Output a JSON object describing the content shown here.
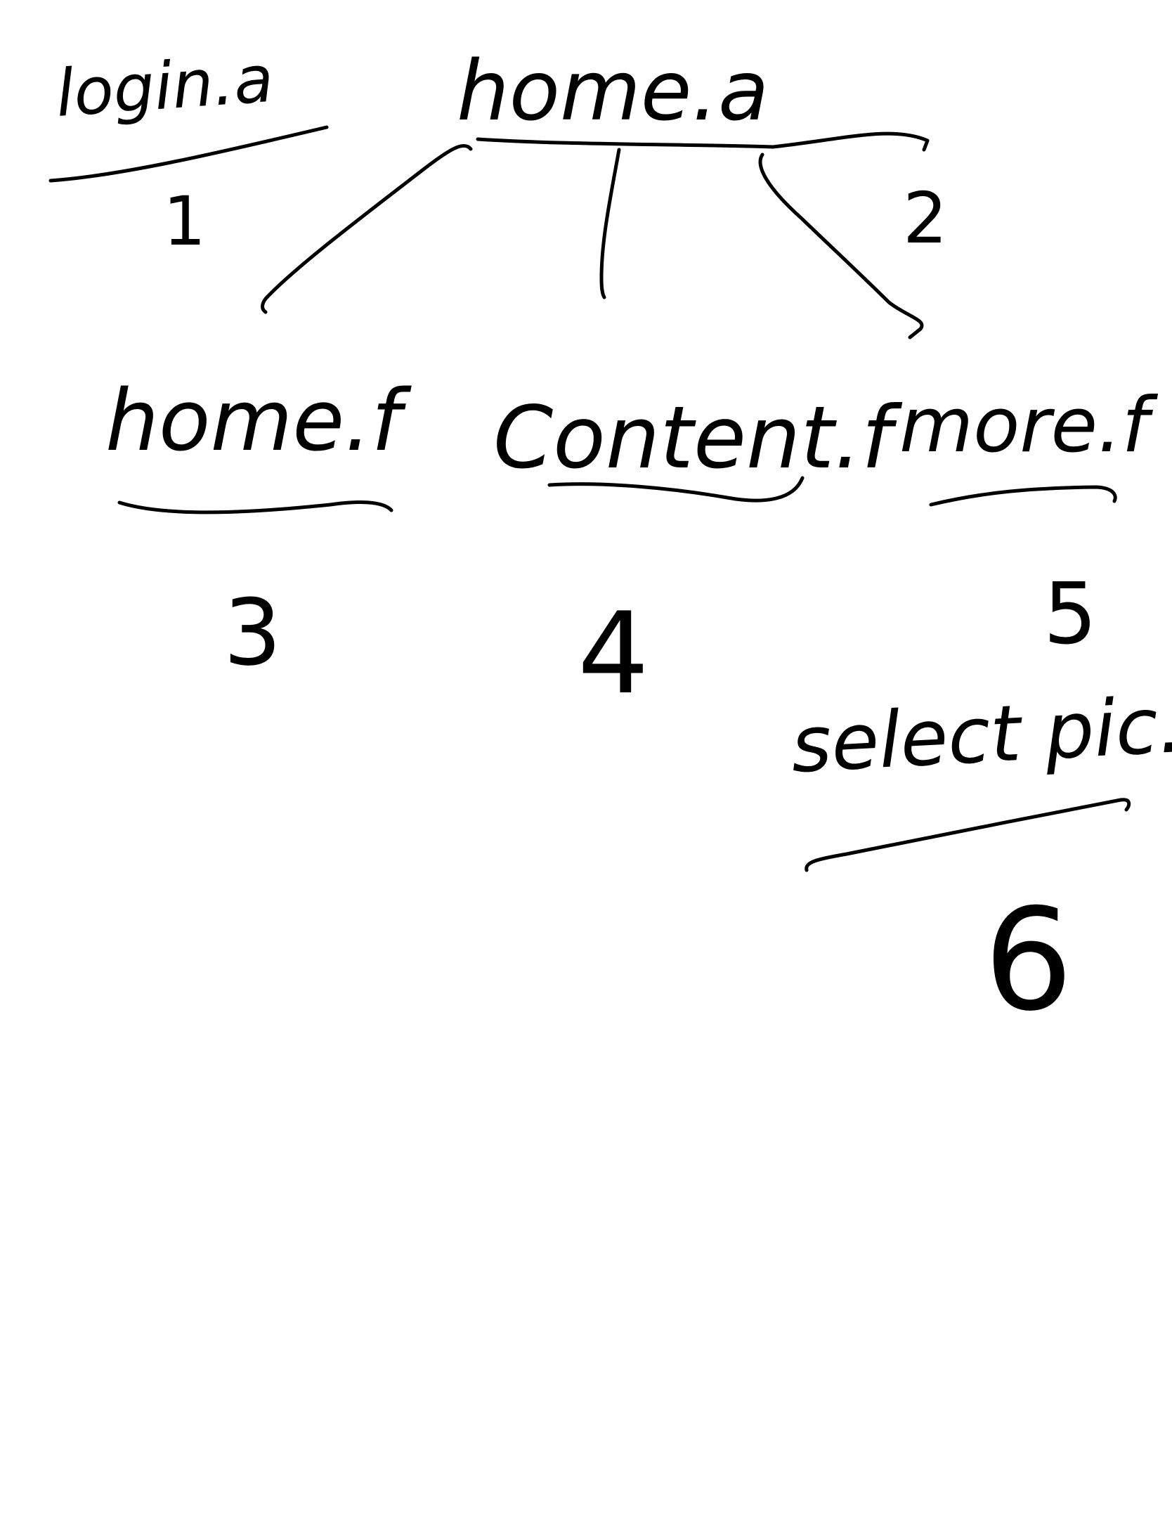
{
  "diagram": {
    "ink_color": "#000000",
    "background": "#ffffff",
    "nodes": [
      {
        "id": "login",
        "label": "login.a",
        "number": "1"
      },
      {
        "id": "home-a",
        "label": "home.a",
        "number": "2"
      },
      {
        "id": "home-f",
        "label": "home.f",
        "number": "3"
      },
      {
        "id": "content-f",
        "label": "Content.f",
        "number": "4"
      },
      {
        "id": "more-f",
        "label": "more.f",
        "number": "5"
      },
      {
        "id": "select-pic",
        "label": "select pic.a",
        "number": "6"
      }
    ],
    "edges": [
      {
        "from": "home-a",
        "to": "home-f"
      },
      {
        "from": "home-a",
        "to": "content-f"
      },
      {
        "from": "home-a",
        "to": "more-f"
      }
    ]
  }
}
